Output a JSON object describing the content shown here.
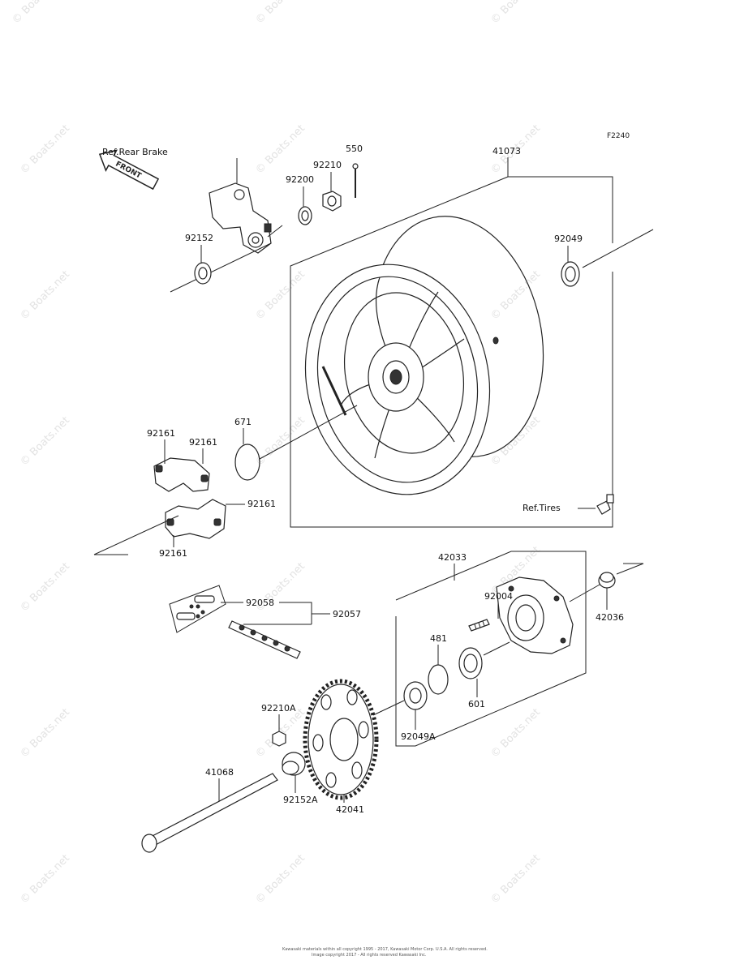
{
  "diagram": {
    "code": "F2240",
    "front_arrow_text": "FRONT",
    "refs": {
      "rear_brake": "Ref.Rear Brake",
      "tires": "Ref.Tires"
    },
    "parts": {
      "p550": "550",
      "p92210": "92210",
      "p92200": "92200",
      "p41073": "41073",
      "p92152": "92152",
      "p92049": "92049",
      "p671": "671",
      "p92161_a": "92161",
      "p92161_b": "92161",
      "p92161_c": "92161",
      "p92161_d": "92161",
      "p42033": "42033",
      "p92004": "92004",
      "p42036": "42036",
      "p92058": "92058",
      "p92057": "92057",
      "p481": "481",
      "p601": "601",
      "p92210A": "92210A",
      "p92049A": "92049A",
      "p41068": "41068",
      "p92152A": "92152A",
      "p42041": "42041"
    },
    "watermark": "© Boats.net",
    "footer_line1": "Kawasaki materials within all copyright 1995 - 2017, Kawasaki Motor Corp. U.S.A. All rights reserved.",
    "footer_line2": "Image copyright 2017 - All rights reserved Kawasaki Inc."
  }
}
